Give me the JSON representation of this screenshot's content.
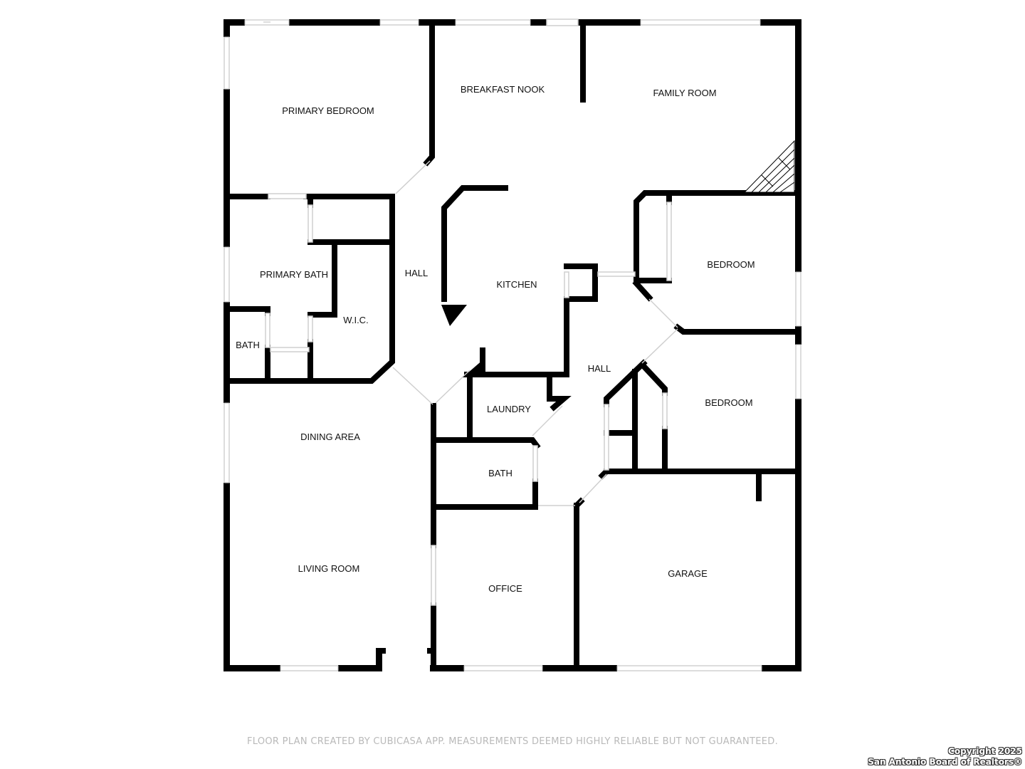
{
  "rooms": {
    "primary_bedroom": "PRIMARY BEDROOM",
    "breakfast_nook": "BREAKFAST NOOK",
    "family_room": "FAMILY ROOM",
    "hall_west": "HALL",
    "kitchen": "KITCHEN",
    "bedroom_upper": "BEDROOM",
    "primary_bath": "PRIMARY BATH",
    "wic": "W.I.C.",
    "bath_small": "BATH",
    "hall_east": "HALL",
    "laundry": "LAUNDRY",
    "bedroom_lower": "BEDROOM",
    "dining_area": "DINING AREA",
    "bath_center": "BATH",
    "living_room": "LIVING ROOM",
    "office": "OFFICE",
    "garage": "GARAGE"
  },
  "footer": {
    "disclaimer": "FLOOR PLAN CREATED BY CUBICASA APP. MEASUREMENTS DEEMED HIGHLY RELIABLE BUT NOT GUARANTEED.",
    "copyright_line1": "Copyright 2025",
    "copyright_line2": "San Antonio Board of Realtors®"
  },
  "colors": {
    "wall": "#000000",
    "window": "#bbbbbb",
    "footer_text": "#b9b9b9"
  }
}
